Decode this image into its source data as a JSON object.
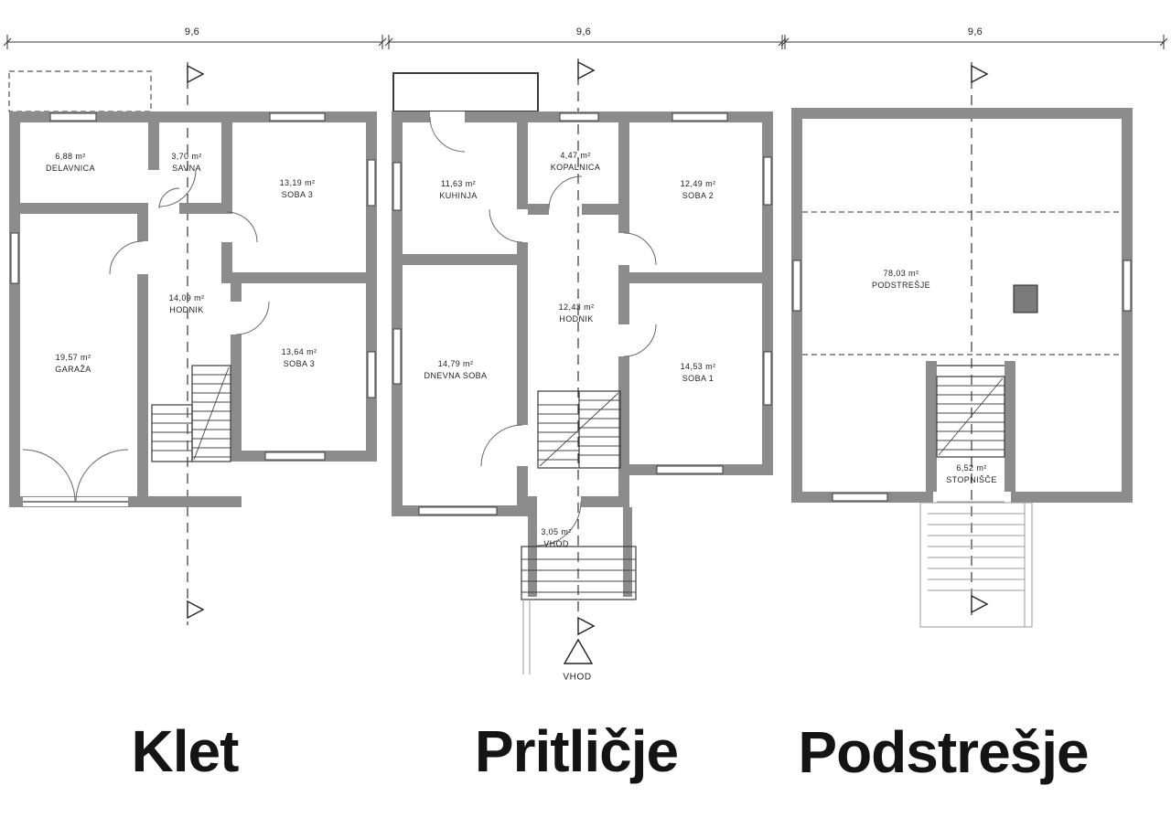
{
  "dimensions": {
    "klet": "9,6",
    "pritlicje": "9,6",
    "podstresje": "9,6"
  },
  "plans": {
    "klet": {
      "title": "Klet",
      "rooms": [
        {
          "area": "6,88 m²",
          "name": "DELAVNICA"
        },
        {
          "area": "3,70 m²",
          "name": "SAVNA"
        },
        {
          "area": "13,19 m²",
          "name": "SOBA 3"
        },
        {
          "area": "14,09 m²",
          "name": "HODNIK"
        },
        {
          "area": "19,57 m²",
          "name": "GARAŽA"
        },
        {
          "area": "13,64 m²",
          "name": "SOBA 3"
        }
      ]
    },
    "pritlicje": {
      "title": "Pritličje",
      "rooms": [
        {
          "area": "11,63 m²",
          "name": "KUHINJA"
        },
        {
          "area": "4,47 m²",
          "name": "KOPALNICA"
        },
        {
          "area": "12,49 m²",
          "name": "SOBA 2"
        },
        {
          "area": "12,43 m²",
          "name": "HODNIK"
        },
        {
          "area": "14,79 m²",
          "name": "DNEVNA SOBA"
        },
        {
          "area": "14,53 m²",
          "name": "SOBA 1"
        },
        {
          "area": "3,05 m²",
          "name": "VHOD"
        }
      ],
      "entrance_arrow_label": "VHOD"
    },
    "podstresje": {
      "title": "Podstrešje",
      "rooms": [
        {
          "area": "78,03 m²",
          "name": "PODSTREŠJE"
        },
        {
          "area": "6,52 m²",
          "name": "STOPNIŠČE"
        }
      ]
    }
  },
  "colors": {
    "wall": "#8c8c8c",
    "line": "#2a2a2a",
    "background": "#ffffff",
    "title": "#141414"
  }
}
